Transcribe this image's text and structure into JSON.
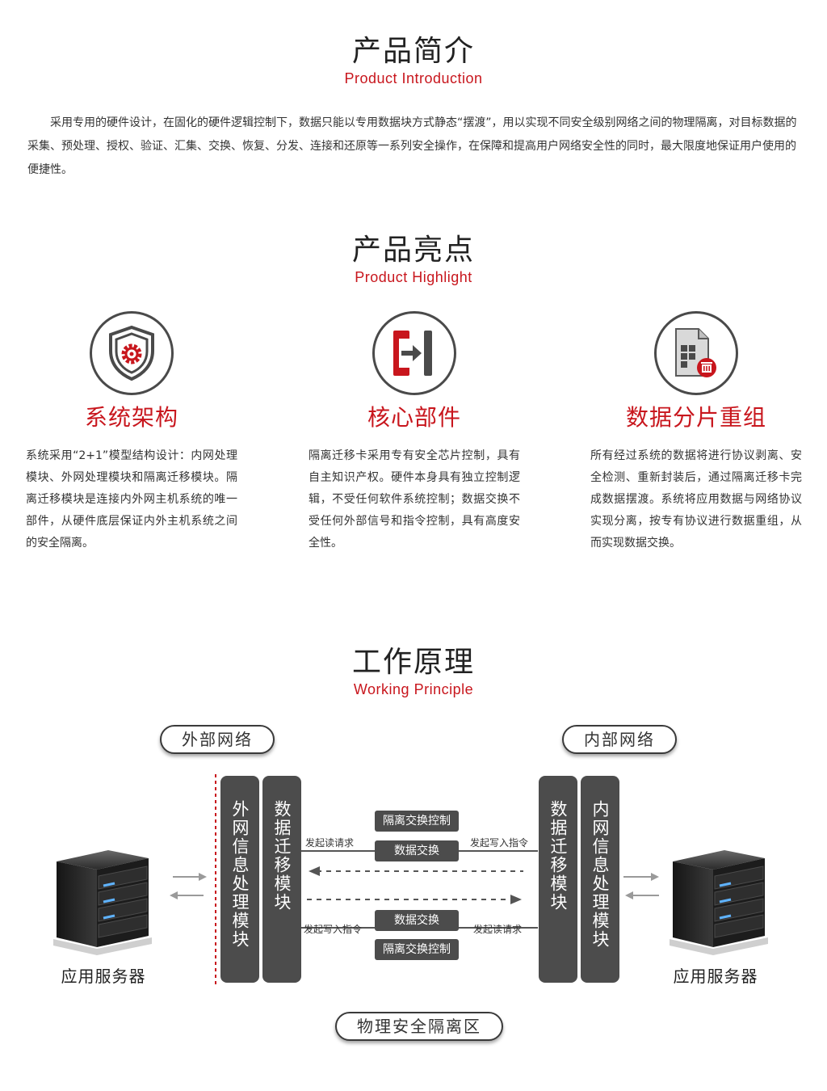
{
  "intro": {
    "title_zh": "产品简介",
    "title_en": "Product Introduction",
    "text": "采用专用的硬件设计，在固化的硬件逻辑控制下，数据只能以专用数据块方式静态“摆渡”，用以实现不同安全级别网络之间的物理隔离，对目标数据的采集、预处理、授权、验证、汇集、交换、恢复、分发、连接和还原等一系列安全操作，在保障和提高用户网络安全性的同时，最大限度地保证用户使用的便捷性。"
  },
  "highlight": {
    "title_zh": "产品亮点",
    "title_en": "Product Highlight",
    "items": [
      {
        "icon": "shield-gear-icon",
        "title": "系统架构",
        "desc": "系统采用“2+1”模型结构设计：内网处理模块、外网处理模块和隔离迁移模块。隔离迁移模块是连接内外网主机系统的唯一部件，从硬件底层保证内外主机系统之间的安全隔离。"
      },
      {
        "icon": "isolation-arrow-icon",
        "title": "核心部件",
        "desc": "隔离迁移卡采用专有安全芯片控制，具有自主知识产权。硬件本身具有独立控制逻辑，不受任何软件系统控制；数据交换不受任何外部信号和指令控制，具有高度安全性。"
      },
      {
        "icon": "data-shard-icon",
        "title": "数据分片重组",
        "desc": "所有经过系统的数据将进行协议剥离、安全检测、重新封装后，通过隔离迁移卡完成数据摆渡。系统将应用数据与网络协议实现分离，按专有协议进行数据重组，从而实现数据交换。"
      }
    ]
  },
  "principle": {
    "title_zh": "工作原理",
    "title_en": "Working Principle",
    "external_network": "外部网络",
    "internal_network": "内部网络",
    "left_outer_column": "外网信息处理模块",
    "left_inner_column": "数据迁移模块",
    "right_inner_column": "数据迁移模块",
    "right_outer_column": "内网信息处理模块",
    "top_box_1": "隔离交换控制",
    "top_box_2": "数据交换",
    "bottom_box_1": "数据交换",
    "bottom_box_2": "隔离交换控制",
    "top_left_label": "发起读请求",
    "top_right_label": "发起写入指令",
    "bottom_left_label": "发起写入指令",
    "bottom_right_label": "发起读请求",
    "left_server_label": "应用服务器",
    "right_server_label": "应用服务器",
    "zone_label": "物理安全隔离区"
  },
  "colors": {
    "accent": "#c8161d",
    "dark_block": "#4c4c4c"
  }
}
